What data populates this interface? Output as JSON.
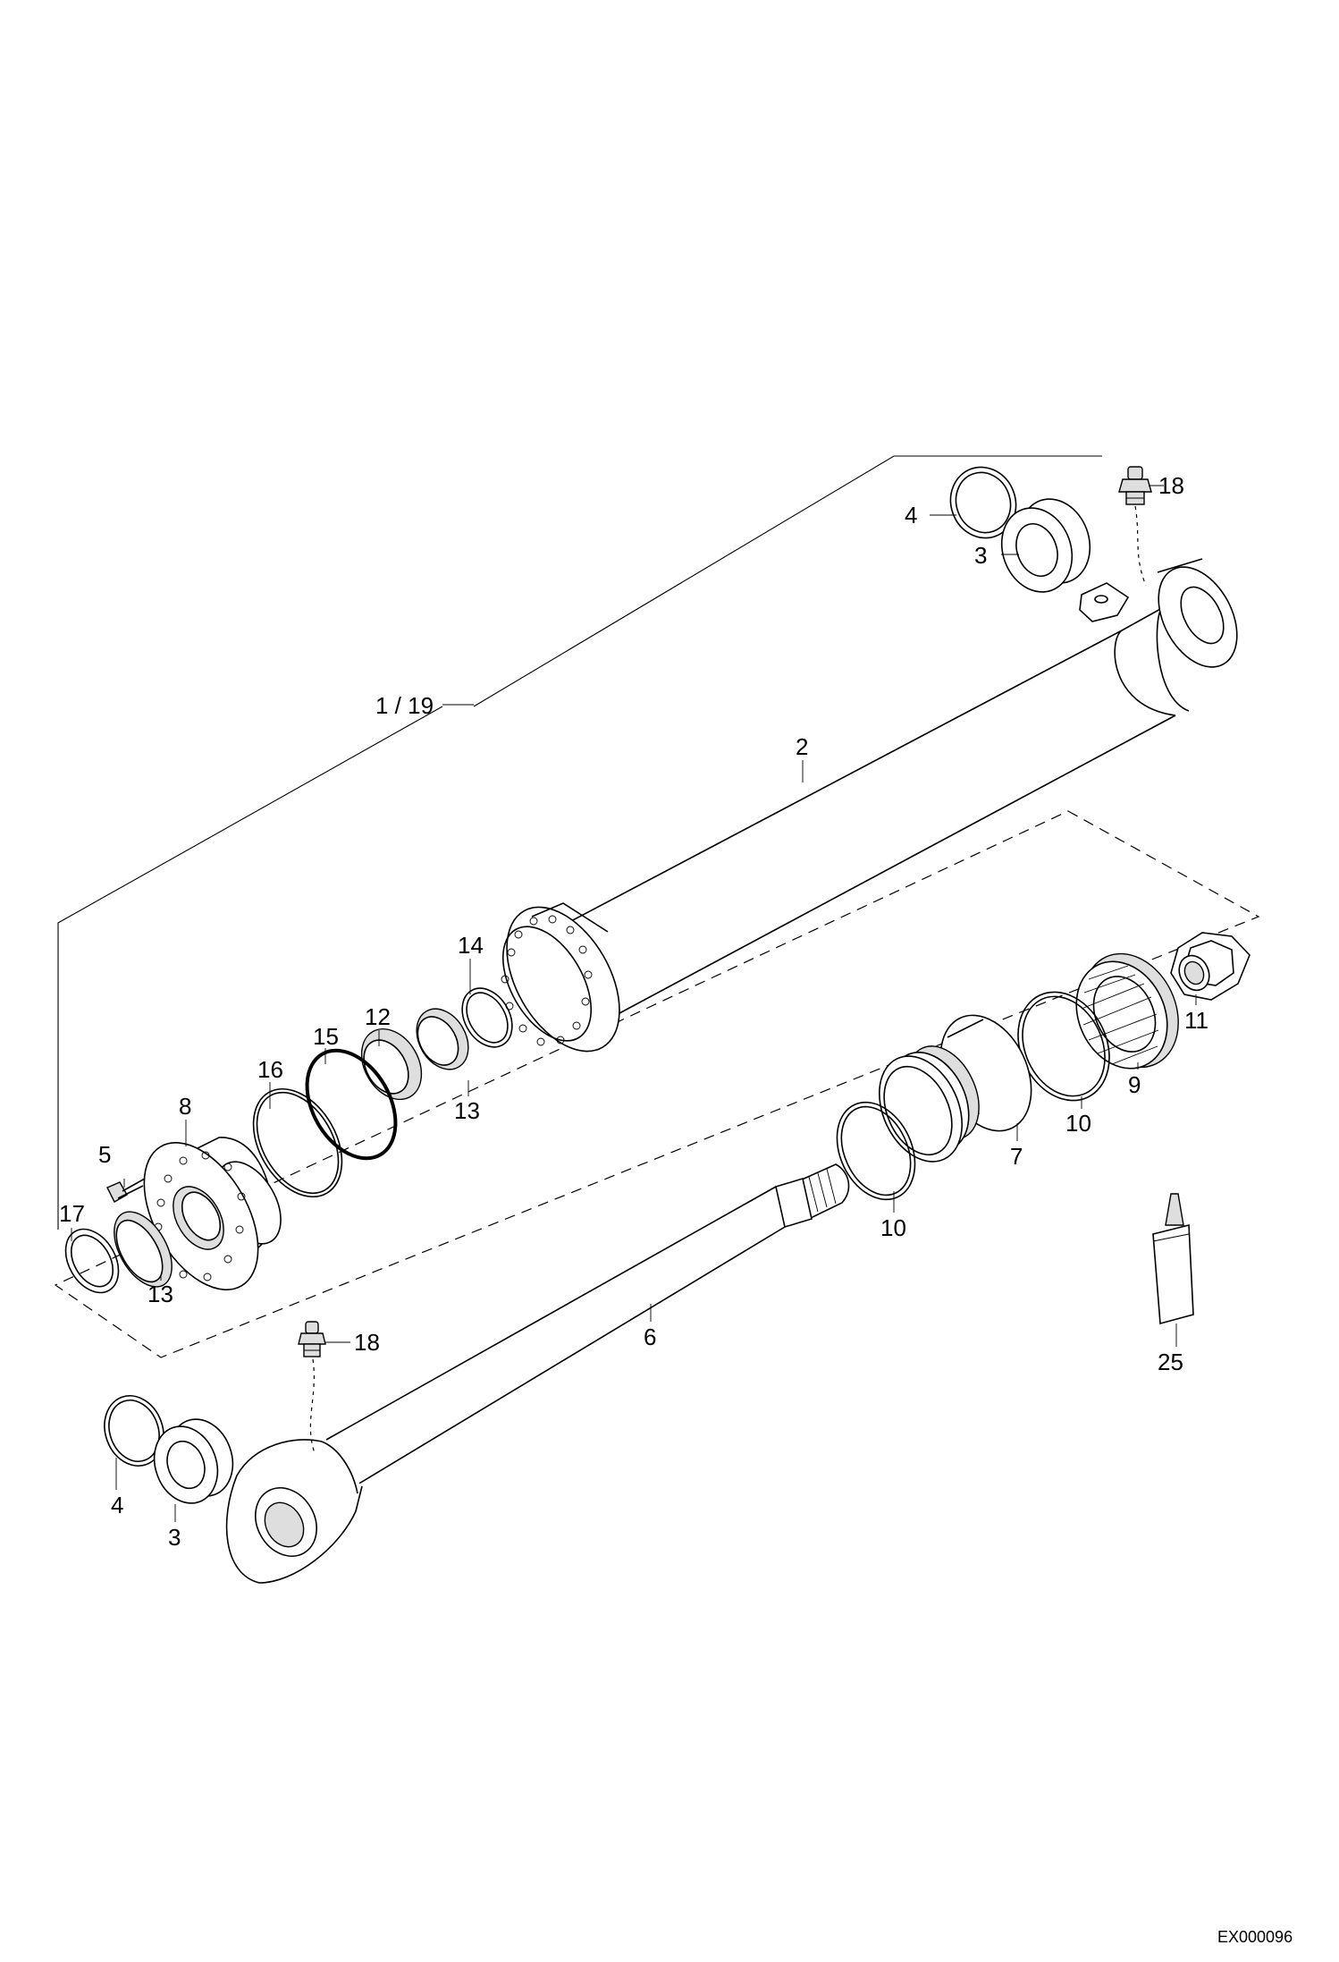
{
  "drawing_code": "EX000096",
  "labels": {
    "assembly": "1 / 19",
    "cylinder_tube": "2",
    "bearing_top": "3",
    "circlip_top": "4",
    "grease_top": "18",
    "nut": "11",
    "ring_nut": "9",
    "seal_top": "10",
    "piston": "7",
    "seal_lower": "10",
    "retainer": "25",
    "rod": "6",
    "grease_bottom": "18",
    "circlip_bottom": "4",
    "bearing_bottom": "3",
    "wiper": "17",
    "bolt": "5",
    "guide_ring_left": "13",
    "head": "8",
    "backup_ring": "16",
    "o_ring": "15",
    "seal_12": "12",
    "guide_ring_right": "13",
    "seal_14": "14"
  }
}
